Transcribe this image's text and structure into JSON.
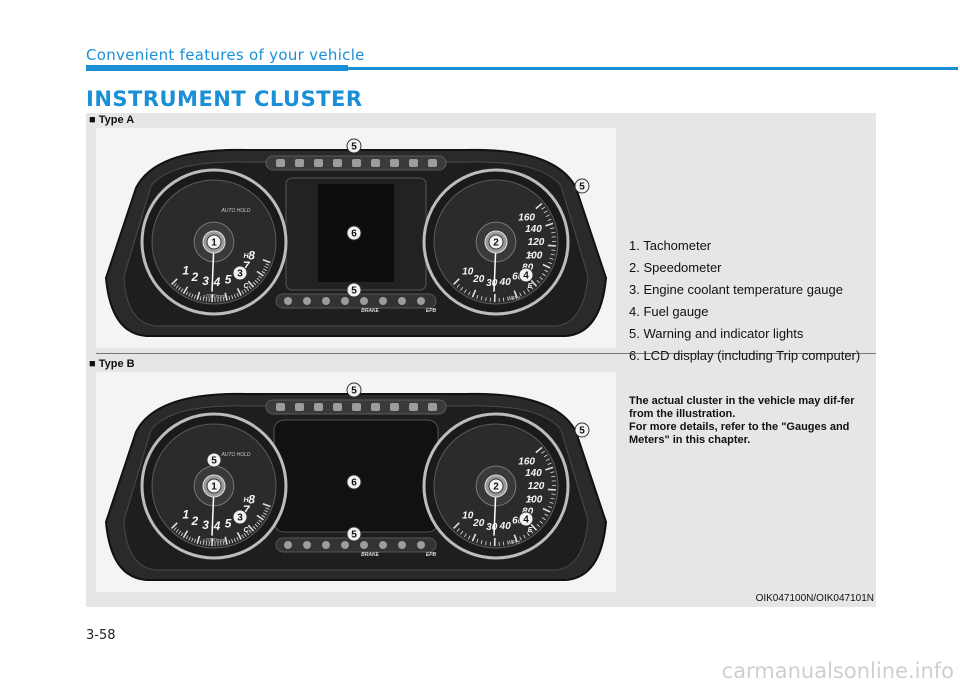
{
  "header": {
    "section": "Convenient features of your vehicle",
    "title": "INSTRUMENT CLUSTER"
  },
  "figure": {
    "type_a": "■ Type A",
    "type_b": "■ Type B",
    "code": "OIK047100N/OIK047101N",
    "callouts": [
      "1",
      "2",
      "3",
      "4",
      "5",
      "6"
    ],
    "tach_labels": [
      "1",
      "2",
      "3",
      "4",
      "5",
      "6",
      "7",
      "8"
    ],
    "speedo_labels": [
      "10",
      "20",
      "30",
      "40",
      "60",
      "80",
      "100",
      "120",
      "140",
      "160"
    ],
    "gauge_marks": [
      "H",
      "C",
      "F",
      "E"
    ],
    "small_labels": [
      "x1000rpm",
      "MPH",
      "EPB",
      "BRAKE",
      "AUTO HOLD"
    ]
  },
  "legend": [
    "1. Tachometer",
    "2. Speedometer",
    "3. Engine coolant temperature gauge",
    "4. Fuel gauge",
    "5. Warning and indicator lights",
    "6. LCD display (including Trip computer)"
  ],
  "note": {
    "line1": "The actual cluster in the vehicle may dif-fer from the illustration.",
    "line2": "For more details, refer to the \"Gauges and Meters\" in this chapter."
  },
  "page": {
    "number": "3-58"
  },
  "watermark": "carmanualsonline.info"
}
